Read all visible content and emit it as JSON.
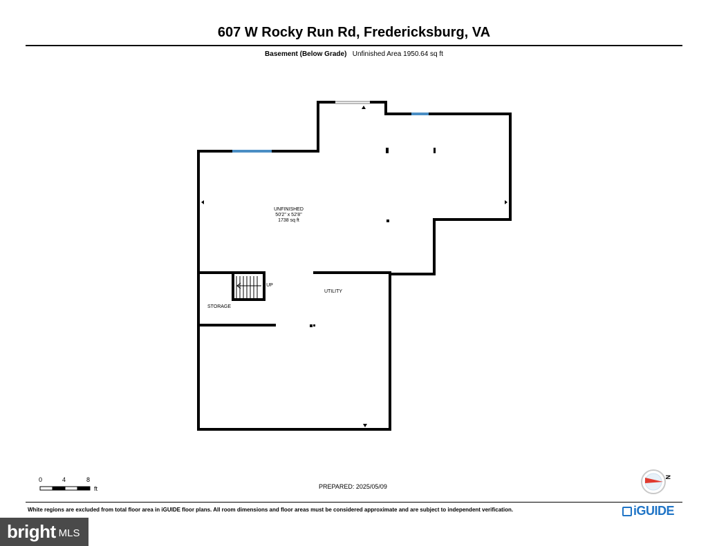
{
  "header": {
    "address": "607 W Rocky Run Rd, Fredericksburg, VA",
    "level_label": "Basement (Below Grade)",
    "area_text": "Unfinished Area 1950.64 sq ft"
  },
  "rooms": {
    "unfinished": {
      "name": "UNFINISHED",
      "dims": "50'2\" x 52'8\"",
      "area": "1738 sq ft"
    },
    "utility": {
      "name": "UTILITY"
    },
    "storage": {
      "name": "STORAGE"
    },
    "stairs_label": "UP"
  },
  "scale": {
    "ticks": [
      "0",
      "4",
      "8"
    ],
    "unit": "ft"
  },
  "prepared": "PREPARED: 2025/05/09",
  "compass_letter": "N",
  "footer": {
    "disclaimer": "White regions are excluded from total floor area in iGUIDE floor plans. All room dimensions and floor areas must be considered approximate and are subject to independent verification.",
    "brand": "iGUIDE"
  },
  "watermark": {
    "name": "bright",
    "suffix": "MLS"
  },
  "colors": {
    "wall": "#000000",
    "window": "#4a8ec4",
    "brand": "#1f74c6",
    "compass": "#e03a2f"
  },
  "icons": [
    "compass-icon",
    "iguide-logo-icon"
  ]
}
